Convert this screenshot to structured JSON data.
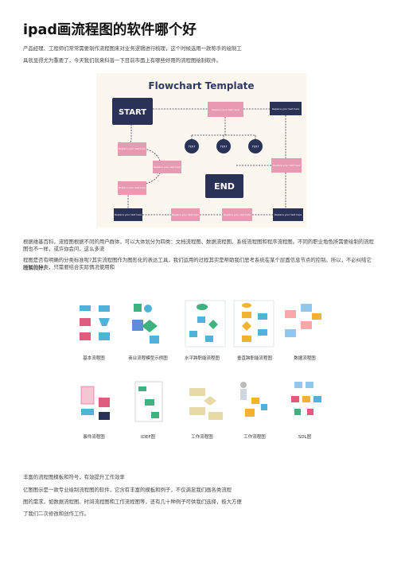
{
  "article": {
    "title": "ipad画流程图的软件哪个好",
    "intro_line1": "产品经理、工程师们常常需要制作流程图来对业务逻辑进行梳理，这个时候选用一款称手的绘制工",
    "intro_line2": "具就显得尤为重要了，今天我们就来科普一下目前市面上有哪些好用的流程图绘制软件。",
    "para2": "根据维基百科，流程图根据不同的用户群体，可以大体划分为四类：文档流程图、数据流程图、系统流程图和程序流程图。不同的职业角色所需要绘制的流程图也不一样，或许你会问，这么多流",
    "para3": "程图是否有明确的分类标准呢?其实流程图作为图形化的表达工具，我们运用的过程其实是帮助我们思考系统在某个层面信息节点的控制。所以，不必纠结它所属的种类，只需要结合实际情况使用和",
    "para3_end": "理解就好。",
    "para4": "丰富的流程图模板和符号，有效提升工作效率",
    "para5_line1": "亿图图示是一款专业绘制流程图的软件，它含有丰富的模板和例子，不仅满足我们画各类流程",
    "para5_line2": "图的需求，如数据流程图、时间流程图和工作流程图等，还有几十种例子可供我们选择，极大方便",
    "para5_line3": "了我们二次修改和创作工作。"
  },
  "flowchart_template": {
    "heading": "Flowchart Template",
    "start": "START",
    "end": "END",
    "node_text": "Replace your text here",
    "text_label": "TEXT"
  },
  "templates": {
    "row1": [
      "基本流程图",
      "商业流程模型示例图",
      "水平跨职能流程图",
      "垂直跨职能流程图",
      "数据流程图"
    ],
    "row2": [
      "事件流程图",
      "IDEF图",
      "工作流程图",
      "工作流程图",
      "SDL图"
    ]
  }
}
